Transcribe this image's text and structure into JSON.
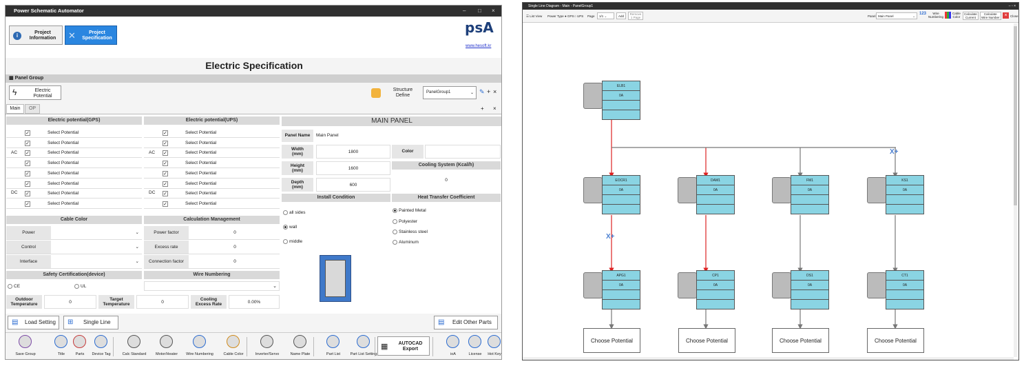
{
  "left": {
    "title": "Power Schematic Automator",
    "window_controls": [
      "–",
      "□",
      "×"
    ],
    "tabs": [
      {
        "label": "Project\nInformation"
      },
      {
        "label": "Project\nSpecification"
      }
    ],
    "logo_text": "psA",
    "logo_url": "www.hesoft.kr",
    "page_title": "Electric Specification",
    "panel_group_label": "Panel Group",
    "electric_potential_btn": "Electric\nPotential",
    "structure_define_btn": "Structure\nDefine",
    "panel_group_select": "PanelGroup1",
    "subtabs": [
      "Main",
      "OP"
    ],
    "gps_header": "Electric potential(GPS)",
    "ups_header": "Electric potential(UPS)",
    "main_panel_header": "MAIN PANEL",
    "select_potential": "Select Potential",
    "ac": "AC",
    "dc": "DC",
    "panel_name_label": "Panel Name",
    "panel_name_value": "Main Panel",
    "width_label": "Width\n(mm)",
    "width_value": "1800",
    "height_label": "Height\n(mm)",
    "height_value": "1600",
    "depth_label": "Depth\n(mm)",
    "depth_value": "600",
    "color_label": "Color",
    "cooling_label": "Cooling System (Kcal/h)",
    "cooling_value": "0",
    "install_condition": "Install Condition",
    "install_options": [
      "all sides",
      "wall",
      "middle"
    ],
    "heat_transfer": "Heat Transfer Coefficient",
    "heat_options": [
      "Painted Metal",
      "Polyester",
      "Stainless steel",
      "Aluminum"
    ],
    "cable_color": "Cable Color",
    "cable_rows": [
      "Power",
      "Control",
      "Interface"
    ],
    "calc_mgmt": "Calculation Management",
    "calc_rows": [
      {
        "label": "Power factor",
        "value": "0"
      },
      {
        "label": "Excess rate",
        "value": "0"
      },
      {
        "label": "Connection factor",
        "value": "0"
      }
    ],
    "safety_cert": "Safety Certification(device)",
    "cert_options": [
      "CE",
      "UL"
    ],
    "wire_numbering": "Wire Numbering",
    "outdoor_temp": "Outdoor\nTemperature",
    "outdoor_value": "0",
    "target_temp": "Target\nTemperature",
    "target_value": "0",
    "cooling_excess": "Cooling\nExcess Rate",
    "cooling_excess_value": "0.00%",
    "load_setting": "Load Setting",
    "single_line": "Single Line",
    "edit_other_parts": "Edit Other Parts",
    "toolbar": [
      "Save Group",
      "Title",
      "Parts",
      "Device Tag",
      "Calc Standard",
      "Motor/Heater",
      "Wire Numbering",
      "Cable Color",
      "Inverter/Servo",
      "Name Plate",
      "Part List",
      "Part List Setting",
      "AUTOCAD\nExport",
      "ioA",
      "License",
      "Hot Key"
    ]
  },
  "right": {
    "title": "Single Line Diagram - Main - PanelGroup1",
    "toolbar": {
      "list_view": "List View",
      "power_type": "Power Type",
      "gps": "GPS",
      "ups": "UPS",
      "page": "Page",
      "page_value": "1/1",
      "add": "Add",
      "remove": "Remove\n1 Page",
      "panel_label": "Panel",
      "panel_value": "Main Panel",
      "wire_numbering": "Wire\nNumbering",
      "cable_color": "Cable\nColor",
      "calc_current": "Calculate\nCurrent",
      "calc_wire": "Calculate\nWire Number",
      "close": "Close"
    },
    "devices": [
      {
        "name": "ELB1",
        "value": "0A"
      },
      {
        "name": "EOCR1",
        "value": "0A"
      },
      {
        "name": "DAM1",
        "value": "0A"
      },
      {
        "name": "FM1",
        "value": "0A"
      },
      {
        "name": "KS1",
        "value": "0A"
      },
      {
        "name": "APG1",
        "value": "0A"
      },
      {
        "name": "CP1",
        "value": "0A"
      },
      {
        "name": "DS1",
        "value": "0A"
      },
      {
        "name": "CT1",
        "value": "0A"
      }
    ],
    "choose_potential": "Choose Potential",
    "add_markers": [
      "X+",
      "X+"
    ]
  }
}
